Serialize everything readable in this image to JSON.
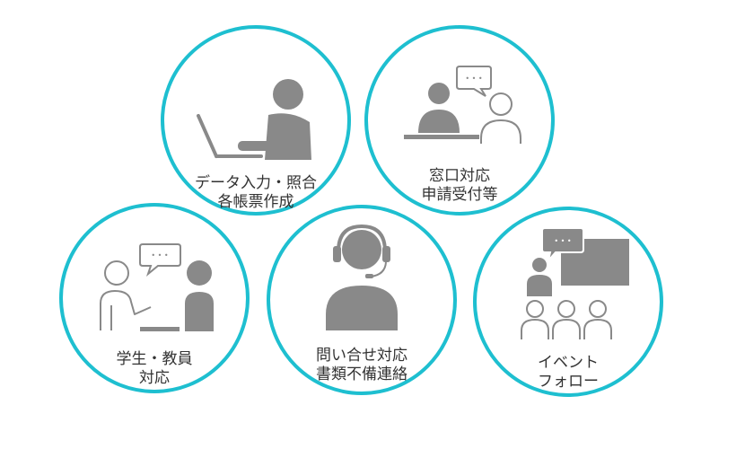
{
  "colors": {
    "ring": "#1ebfd0",
    "figure": "#898989",
    "text": "#333333"
  },
  "services": [
    {
      "id": "data-entry",
      "icon": "person-at-laptop-icon",
      "lines": [
        "データ入力・照合",
        "各帳票作成"
      ]
    },
    {
      "id": "counter",
      "icon": "counter-consultation-icon",
      "lines": [
        "窓口対応",
        "申請受付等"
      ]
    },
    {
      "id": "student",
      "icon": "talking-at-desk-icon",
      "lines": [
        "学生・教員",
        "対応"
      ]
    },
    {
      "id": "inquiry",
      "icon": "headset-operator-icon",
      "lines": [
        "問い合せ対応",
        "書類不備連絡"
      ]
    },
    {
      "id": "event",
      "icon": "presenter-audience-icon",
      "lines": [
        "イベント",
        "フォロー"
      ]
    }
  ],
  "speech_bubble_text": "• • •"
}
